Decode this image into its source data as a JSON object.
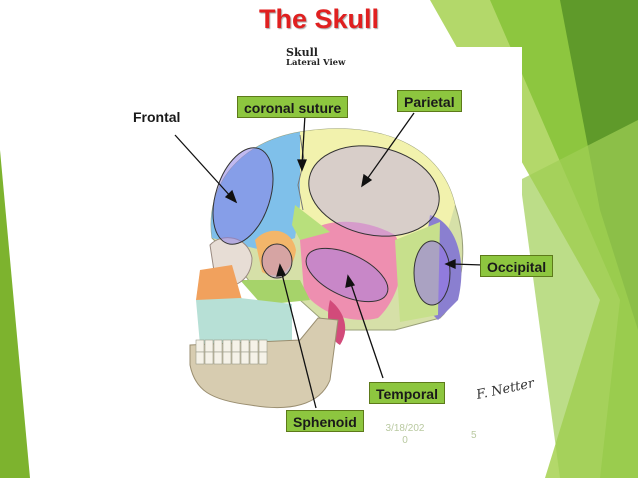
{
  "slide": {
    "title": "The Skull",
    "title_color": "#e02020",
    "accent_green": "#8dc63f",
    "footer_date": "3/18/2020",
    "page_number": "5"
  },
  "figure": {
    "title": "Skull",
    "subtitle": "Lateral View",
    "signature": "F. Netter"
  },
  "labels": {
    "frontal": "Frontal",
    "coronal_suture": "coronal suture",
    "parietal": "Parietal",
    "occipital": "Occipital",
    "temporal": "Temporal",
    "sphenoid": "Sphenoid",
    "tag_fill": "#8dc63f"
  }
}
